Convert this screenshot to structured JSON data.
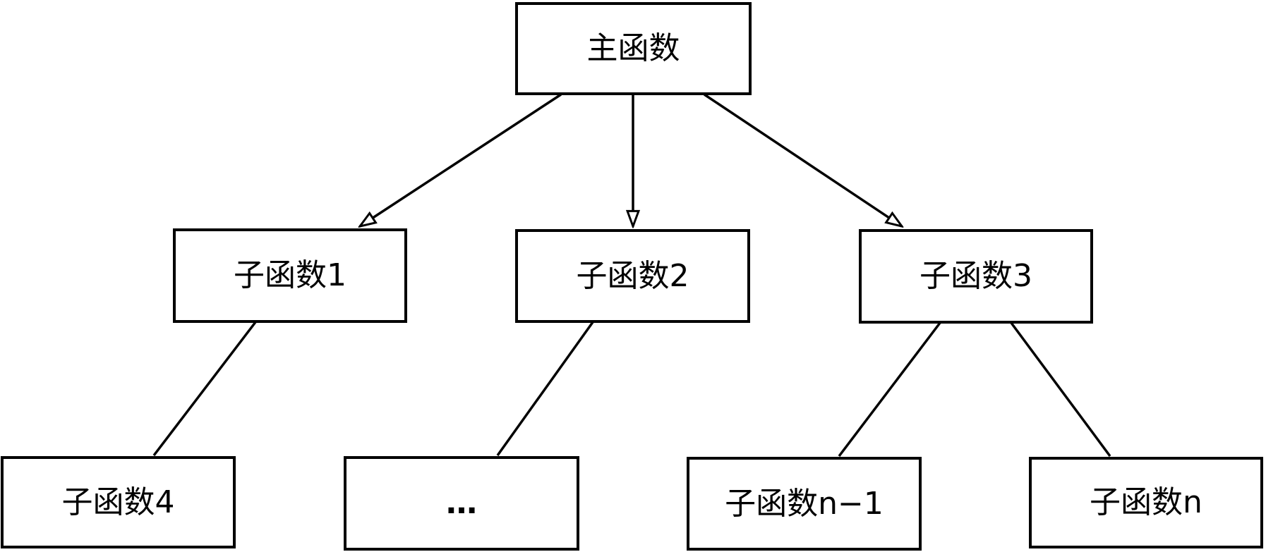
{
  "diagram": {
    "type": "tree",
    "colors": {
      "background": "#ffffff",
      "box_fill": "#ffffff",
      "line": "#000000",
      "text": "#000000"
    },
    "nodes": [
      {
        "id": "main",
        "label": "主函数",
        "level": 1
      },
      {
        "id": "sub1",
        "label": "子函数1",
        "level": 2
      },
      {
        "id": "sub2",
        "label": "子函数2",
        "level": 2
      },
      {
        "id": "sub3",
        "label": "子函数3",
        "level": 2
      },
      {
        "id": "sub4",
        "label": "子函数4",
        "level": 3
      },
      {
        "id": "ellipsis",
        "label": "…",
        "level": 3
      },
      {
        "id": "subn1",
        "label": "子函数n−1",
        "level": 3
      },
      {
        "id": "subn",
        "label": "子函数n",
        "level": 3
      }
    ],
    "edges": [
      {
        "from": "main",
        "to": "sub1",
        "arrowhead": "hollow-triangle"
      },
      {
        "from": "main",
        "to": "sub2",
        "arrowhead": "hollow-triangle"
      },
      {
        "from": "main",
        "to": "sub3",
        "arrowhead": "hollow-triangle"
      },
      {
        "from": "sub1",
        "to": "sub4",
        "arrowhead": "none"
      },
      {
        "from": "sub2",
        "to": "ellipsis",
        "arrowhead": "none"
      },
      {
        "from": "sub3",
        "to": "subn1",
        "arrowhead": "none"
      },
      {
        "from": "sub3",
        "to": "subn",
        "arrowhead": "none"
      }
    ]
  }
}
